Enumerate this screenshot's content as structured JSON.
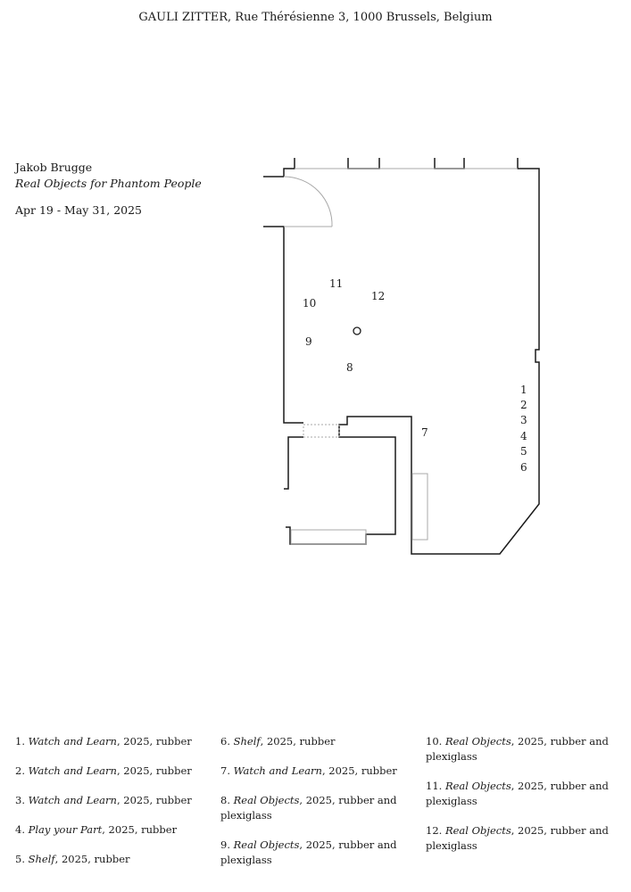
{
  "header": "GAULI ZITTER, Rue Thérésienne 3, 1000 Brussels, Belgium",
  "artist": "Jakob Brugge",
  "exhibition_title": "Real Objects for Phantom People",
  "dates": "Apr 19 - May 31, 2025",
  "map_labels": [
    "1",
    "2",
    "3",
    "4",
    "5",
    "6",
    "7",
    "8",
    "9",
    "10",
    "11",
    "12"
  ],
  "works": [
    {
      "num": "1.",
      "title": "Watch and Learn",
      "details": ", 2025, rubber"
    },
    {
      "num": "2.",
      "title": "Watch and Learn",
      "details": ", 2025, rubber"
    },
    {
      "num": "3.",
      "title": "Watch and Learn",
      "details": ", 2025, rubber"
    },
    {
      "num": "4.",
      "title": "Play your Part",
      "details": ", 2025, rubber"
    },
    {
      "num": "5.",
      "title": "Shelf",
      "details": ", 2025, rubber"
    },
    {
      "num": "6.",
      "title": "Shelf",
      "details": ", 2025, rubber"
    },
    {
      "num": "7.",
      "title": "Watch and Learn",
      "details": ", 2025, rubber"
    },
    {
      "num": "8.",
      "title": "Real Objects",
      "details": ", 2025, rubber and plexiglass"
    },
    {
      "num": "9.",
      "title": "Real Objects",
      "details": ", 2025, rubber and plexiglass"
    },
    {
      "num": "10.",
      "title": "Real Objects",
      "details": ", 2025, rubber and plexiglass"
    },
    {
      "num": "11.",
      "title": "Real Objects",
      "details": ", 2025, rubber and plexiglass"
    },
    {
      "num": "12.",
      "title": "Real Objects",
      "details": ", 2025, rubber and plexiglass"
    }
  ]
}
